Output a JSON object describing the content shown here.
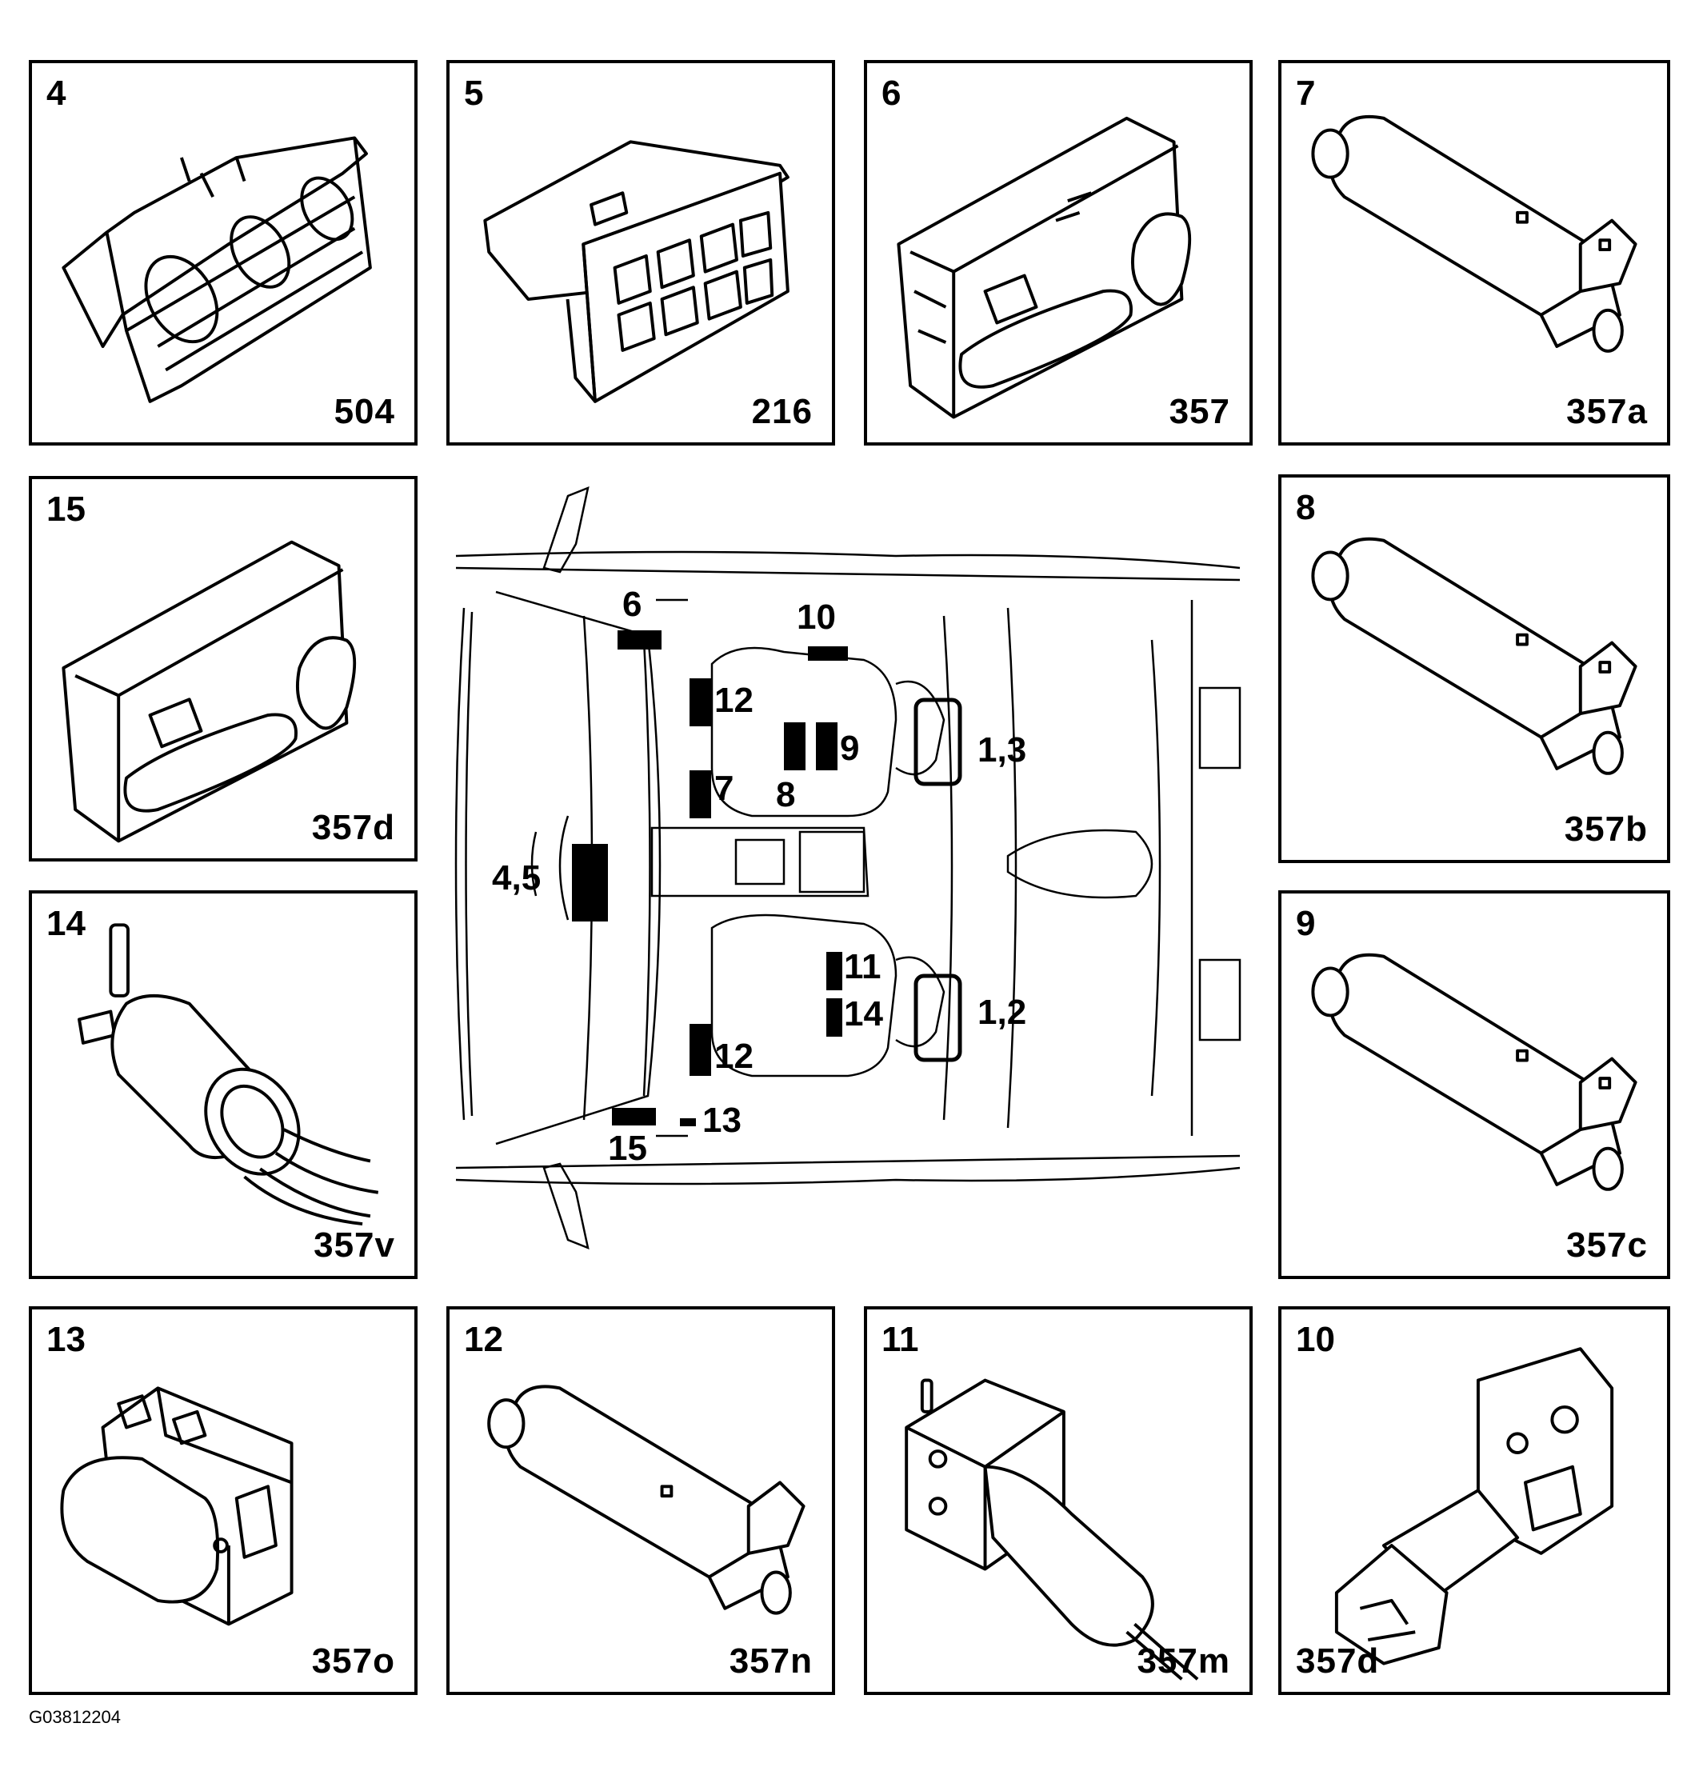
{
  "panels": {
    "p4": {
      "num": "4",
      "code": "504"
    },
    "p5": {
      "num": "5",
      "code": "216"
    },
    "p6": {
      "num": "6",
      "code": "357"
    },
    "p7": {
      "num": "7",
      "code": "357a"
    },
    "p15": {
      "num": "15",
      "code": "357d"
    },
    "p8": {
      "num": "8",
      "code": "357b"
    },
    "p14": {
      "num": "14",
      "code": "357v"
    },
    "p9": {
      "num": "9",
      "code": "357c"
    },
    "p13": {
      "num": "13",
      "code": "357o"
    },
    "p12": {
      "num": "12",
      "code": "357n"
    },
    "p11": {
      "num": "11",
      "code": "357m"
    },
    "p10": {
      "num": "10",
      "code": "357d"
    }
  },
  "car": {
    "callouts": {
      "c6": "6",
      "c10": "10",
      "c12a": "12",
      "c9": "9",
      "c13b": "1,3",
      "c7": "7",
      "c8": "8",
      "c45": "4,5",
      "c11": "11",
      "c14": "14",
      "c12b": "1,2",
      "c12c": "12",
      "c13": "13",
      "c15": "15"
    }
  },
  "figure_id": "G03812204"
}
